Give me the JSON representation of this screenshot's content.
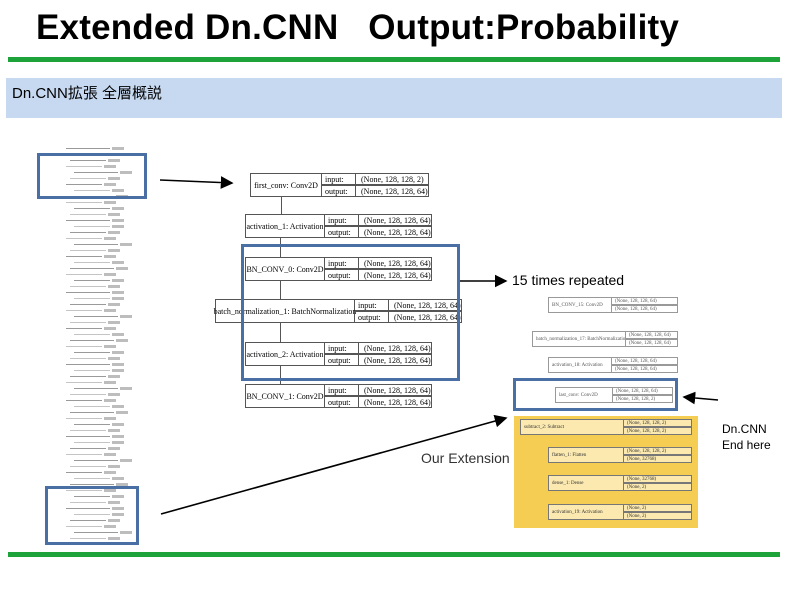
{
  "header": {
    "title": "Extended Dn.CNN   Output:Probability",
    "subtitle": "Dn.CNN拡張 全層概説"
  },
  "labels": {
    "repeat": "15 times repeated",
    "extension": "Our Extension",
    "end_line1": "Dn.CNN",
    "end_line2": "End here"
  },
  "main_nodes": [
    {
      "name": "first_conv: Conv2D",
      "input_key": "input:",
      "input_val": "(None, 128, 128, 2)",
      "output_key": "output:",
      "output_val": "(None, 128, 128, 64)"
    },
    {
      "name": "activation_1: Activation",
      "input_key": "input:",
      "input_val": "(None, 128, 128, 64)",
      "output_key": "output:",
      "output_val": "(None, 128, 128, 64)"
    },
    {
      "name": "BN_CONV_0: Conv2D",
      "input_key": "input:",
      "input_val": "(None, 128, 128, 64)",
      "output_key": "output:",
      "output_val": "(None, 128, 128, 64)"
    },
    {
      "name": "batch_normalization_1: BatchNormalization",
      "input_key": "input:",
      "input_val": "(None, 128, 128, 64)",
      "output_key": "output:",
      "output_val": "(None, 128, 128, 64)"
    },
    {
      "name": "activation_2: Activation",
      "input_key": "input:",
      "input_val": "(None, 128, 128, 64)",
      "output_key": "output:",
      "output_val": "(None, 128, 128, 64)"
    },
    {
      "name": "BN_CONV_1: Conv2D",
      "input_key": "input:",
      "input_val": "(None, 128, 128, 64)",
      "output_key": "output:",
      "output_val": "(None, 128, 128, 64)"
    }
  ],
  "right_nodes": [
    {
      "name": "BN_CONV_15: Conv2D",
      "input_val": "(None, 128, 128, 64)",
      "output_val": "(None, 128, 128, 64)"
    },
    {
      "name": "batch_normalization_17: BatchNormalization",
      "input_val": "(None, 128, 128, 64)",
      "output_val": "(None, 128, 128, 64)"
    },
    {
      "name": "activation_18: Activation",
      "input_val": "(None, 128, 128, 64)",
      "output_val": "(None, 128, 128, 64)"
    },
    {
      "name": "last_conv: Conv2D",
      "input_val": "(None, 128, 128, 64)",
      "output_val": "(None, 128, 128, 2)"
    }
  ],
  "ext_nodes": [
    {
      "name": "subtract_2: Subtract",
      "input_val": "(None, 128, 128, 2)",
      "output_val": "(None, 128, 128, 2)"
    },
    {
      "name": "flatten_1: Flatten",
      "input_val": "(None, 128, 128, 2)",
      "output_val": "(None, 32768)"
    },
    {
      "name": "dense_1: Dense",
      "input_val": "(None, 32768)",
      "output_val": "(None, 2)"
    },
    {
      "name": "activation_19: Activation",
      "input_val": "(None, 2)",
      "output_val": "(None, 2)"
    }
  ],
  "colors": {
    "green_bar": "#1ea33a",
    "subtitle_band": "#c6d9f0",
    "highlight_box": "#4a6fa5",
    "extension_panel": "#f5cd52"
  }
}
